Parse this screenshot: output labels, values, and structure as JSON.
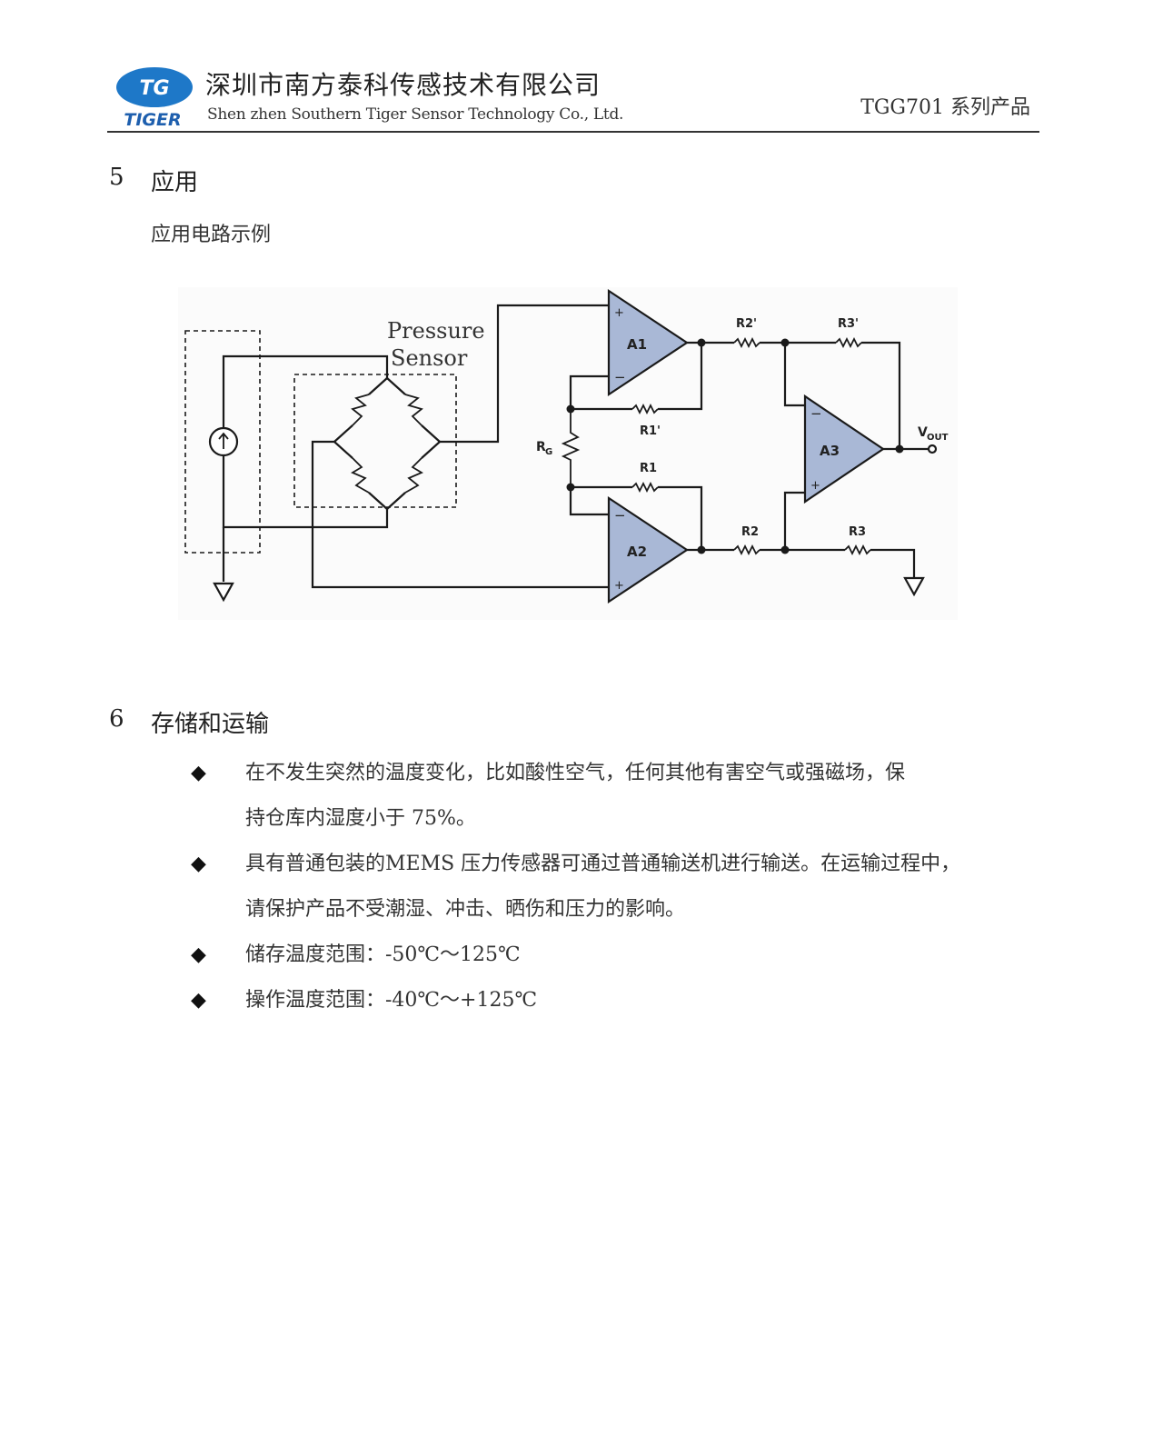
{
  "header": {
    "logo_mark": "TG",
    "logo_word": "TIGER",
    "company_cn": "深圳市南方泰科传感技术有限公司",
    "company_en": "Shen zhen Southern Tiger Sensor Technology Co., Ltd.",
    "series": "TGG701 系列产品"
  },
  "section5": {
    "number": "5",
    "title": "应用",
    "subheading": "应用电路示例"
  },
  "circuit": {
    "pressure_sensor_label_1": "Pressure",
    "pressure_sensor_label_2": "Sensor",
    "a1": "A1",
    "a2": "A2",
    "a3": "A3",
    "r1": "R1",
    "r1p": "R1'",
    "r2": "R2",
    "r2p": "R2'",
    "r3": "R3",
    "r3p": "R3'",
    "rg": "R",
    "rg_sub": "G",
    "vout": "V",
    "vout_sub": "OUT",
    "plus": "+",
    "minus": "−",
    "colors": {
      "opamp_fill": "#a9b8d6",
      "wire": "#1a1a1a"
    }
  },
  "section6": {
    "number": "6",
    "title": "存储和运输",
    "bullets": [
      {
        "lines": [
          "在不发生突然的温度变化，比如酸性空气，任何其他有害空气或强磁场，保",
          "持仓库内湿度小于 75%。"
        ]
      },
      {
        "lines": [
          "具有普通包装的MEMS 压力传感器可通过普通输送机进行输送。在运输过程中，",
          "请保护产品不受潮湿、冲击、晒伤和压力的影响。"
        ]
      },
      {
        "lines": [
          "储存温度范围：-50℃～125℃"
        ]
      },
      {
        "lines": [
          "操作温度范围：-40℃～+125℃"
        ]
      }
    ],
    "bullet_symbol": "◆"
  }
}
